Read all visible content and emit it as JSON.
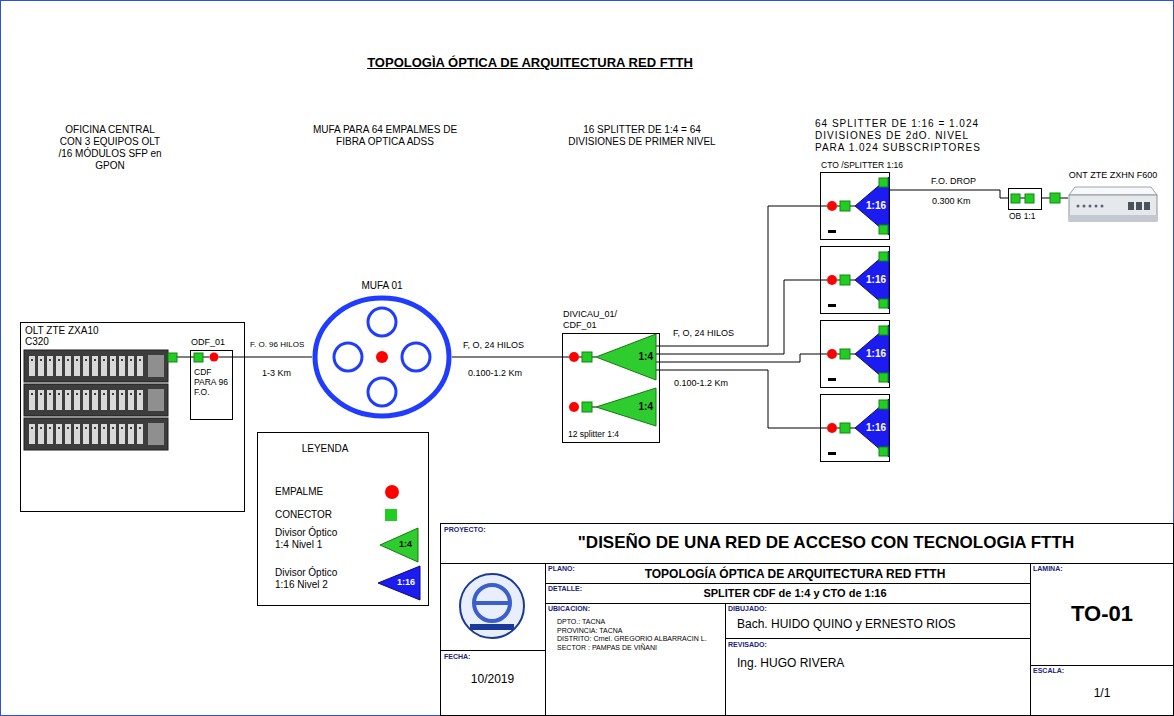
{
  "diagram": {
    "title": "TOPOLOGÌA ÓPTICA DE ARQUITECTURA RED FTTH",
    "nodes": [
      {
        "text": [
          "OLT ZTE ZXA10 C320"
        ]
      },
      {
        "text": [
          "ODF_01",
          "CDF PARA 96 F.O."
        ],
        "in": 0
      },
      {
        "text": [
          "MUFA 01"
        ]
      },
      {
        "text": [
          "DIVICAU_01/ CDF_01",
          "12 splitter 1:4"
        ]
      },
      {
        "text": [
          "1:4"
        ],
        "in": 3
      },
      {
        "text": [
          "1:4"
        ],
        "in": 3
      },
      {
        "text": [
          "CTO /SPLITTER 1:16"
        ]
      },
      {
        "text": [
          "1:16"
        ],
        "in": 6
      },
      {
        "text": []
      },
      {
        "text": [
          "1:16"
        ],
        "in": 8
      },
      {
        "text": []
      },
      {
        "text": [
          "1:16"
        ],
        "in": 10
      },
      {
        "text": []
      },
      {
        "text": [
          "1:16"
        ],
        "in": 12
      },
      {
        "text": [
          "OB 1:1"
        ]
      },
      {
        "text": [
          "ONT ZTE ZXHN F600"
        ]
      }
    ],
    "edges": [
      {
        "from": 1,
        "to": 2,
        "arrow": "none",
        "label": "F. O. 96 HILOS"
      },
      {
        "from": 2,
        "to": 3,
        "arrow": "none",
        "label": "F, O, 24 HILOS"
      },
      {
        "from": 4,
        "to": 6,
        "arrow": "none",
        "label": "F, O, 24 HILOS"
      },
      {
        "from": 4,
        "to": 8,
        "arrow": "none"
      },
      {
        "from": 4,
        "to": 10,
        "arrow": "none"
      },
      {
        "from": 4,
        "to": 12,
        "arrow": "none"
      },
      {
        "from": 6,
        "to": 14,
        "arrow": "none",
        "label": "F.O. DROP"
      },
      {
        "from": 14,
        "to": 15,
        "arrow": "none"
      }
    ],
    "labels": [
      "OFICINA CENTRAL CON 3 EQUIPOS OLT /16 MÓDULOS SFP en GPON",
      "MUFA PARA 64 EMPALMES DE FIBRA OPTICA ADSS",
      "16 SPLITTER DE 1:4 = 64 DIVISIONES DE PRIMER NIVEL",
      "64 SPLITTER DE 1:16 = 1.024 DIVISIONES DE 2dO. NIVEL PARA 1.024 SUBSCRIPTORES",
      "1-3 Km",
      "0.100-1.2 Km",
      "0.100-1.2 Km",
      "0.300 Km",
      "LEYENDA",
      "1:4",
      "1:16",
      "PROYECTO:",
      "\"DISEÑO DE UNA RED DE ACCESO CON TECNOLOGIA FTTH",
      "PLANO:",
      "TOPOLOGÍA ÓPTICA DE ARQUITECTURA RED FTTH",
      "LAMINA:",
      "DETALLE:",
      "SPLITER CDF de 1:4 y CTO de 1:16",
      "TO-01",
      "UBICACION:",
      "DPTO.: TACNA",
      "PROVINCIA: TACNA",
      "DISTRITO: Crnel. GREGORIO ALBARRACIN L.",
      "SECTOR : PAMPAS DE VIÑANI",
      "DIBUJADO:",
      "Bach. HUIDO QUINO y ERNESTO RIOS",
      "REVISADO:",
      "Ing. HUGO RIVERA",
      "FECHA:",
      "10/2019",
      "ESCALA:",
      "1/1"
    ],
    "legend": [
      {
        "text": "EMPALME",
        "color": "#ff0000"
      },
      {
        "text": "CONECTOR",
        "color": "#22cc22"
      },
      {
        "text": "Divisor Óptico 1:4 Nivel 1"
      },
      {
        "text": "Divisor Óptico 1:16 Nivel 2"
      }
    ]
  }
}
